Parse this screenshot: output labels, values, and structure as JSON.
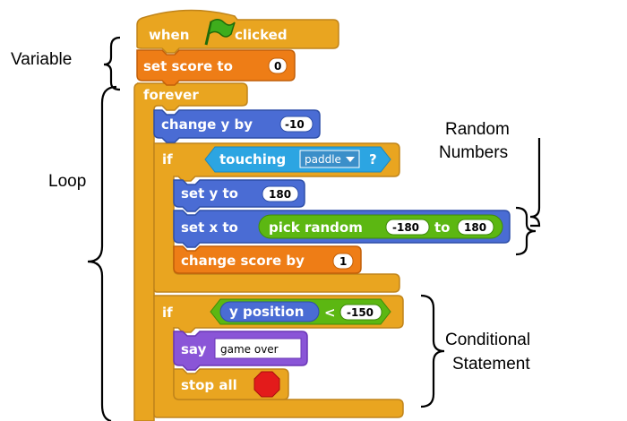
{
  "colors": {
    "control": "#E9A520",
    "control_edge": "#C0841A",
    "motion": "#4A6CD4",
    "motion_edge": "#2E4FA8",
    "variables": "#EE7D16",
    "variables_edge": "#C25F08",
    "sensing": "#2CA5E2",
    "operators": "#5CB712",
    "operators_edge": "#3E8A0A",
    "looks": "#8A55D7",
    "looks_edge": "#6A36B5",
    "flag": "#3EAD1C",
    "stop": "#E31B1B"
  },
  "blocks": {
    "hat": {
      "when": "when",
      "clicked": "clicked",
      "flag_icon": "green-flag"
    },
    "set_score": {
      "label": "set score to",
      "value": "0"
    },
    "forever": {
      "label": "forever"
    },
    "change_y": {
      "label": "change y by",
      "value": "-10"
    },
    "if_touching": {
      "if": "if",
      "touching": "touching",
      "target": "paddle",
      "question": "?"
    },
    "set_y": {
      "label": "set y to",
      "value": "180"
    },
    "set_x": {
      "label": "set x to",
      "pick": "pick random",
      "from": "-180",
      "to_word": "to",
      "to": "180"
    },
    "change_score": {
      "label": "change score by",
      "value": "1"
    },
    "if_position": {
      "if": "if",
      "reporter": "y position",
      "operator": "<",
      "value": "-150"
    },
    "say": {
      "label": "say",
      "value": "game over"
    },
    "stop_all": {
      "label": "stop all",
      "icon": "stop-sign"
    }
  },
  "annotations": {
    "variable": "Variable",
    "loop": "Loop",
    "random_line1": "Random",
    "random_line2": "Numbers",
    "conditional_line1": "Conditional",
    "conditional_line2": "Statement"
  }
}
